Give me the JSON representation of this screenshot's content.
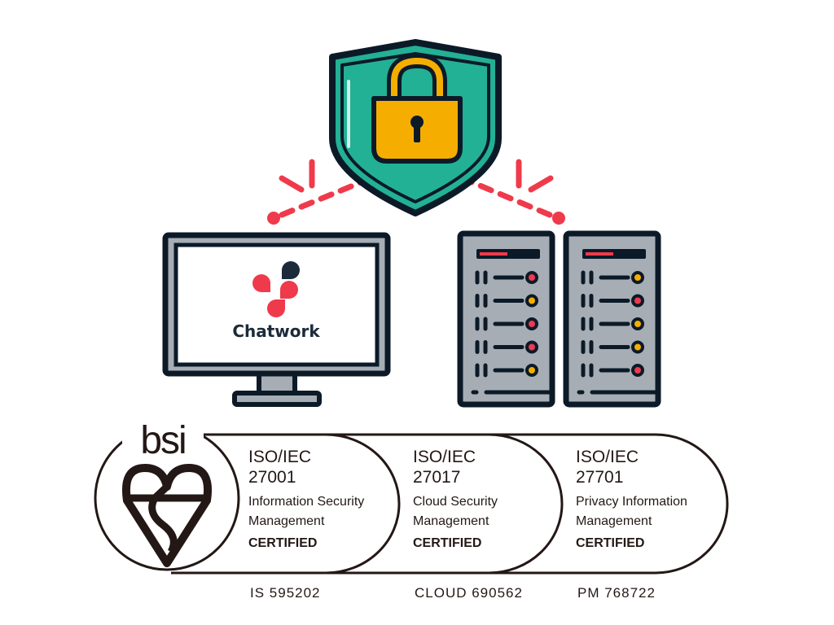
{
  "logo": {
    "brand": "Chatwork"
  },
  "bsi": {
    "mark": "bsi"
  },
  "certifications": [
    {
      "standard": "ISO/IEC",
      "number": "27001",
      "line1": "Information Security",
      "line2": "Management",
      "status": "CERTIFIED",
      "code": "IS 595202"
    },
    {
      "standard": "ISO/IEC",
      "number": "27017",
      "line1": "Cloud Security",
      "line2": "Management",
      "status": "CERTIFIED",
      "code": "CLOUD 690562"
    },
    {
      "standard": "ISO/IEC",
      "number": "27701",
      "line1": "Privacy Information",
      "line2": "Management",
      "status": "CERTIFIED",
      "code": "PM 768722"
    }
  ],
  "servers": [
    {
      "leds": [
        "red",
        "yellow",
        "red",
        "red",
        "yellow"
      ]
    },
    {
      "leds": [
        "yellow",
        "red",
        "yellow",
        "yellow",
        "red"
      ]
    }
  ],
  "colors": {
    "dark": "#0c1a28",
    "teal": "#22b195",
    "gold": "#f5ae00",
    "red": "#ef3a4b",
    "gray": "#a6adb4",
    "ink": "#231815"
  }
}
